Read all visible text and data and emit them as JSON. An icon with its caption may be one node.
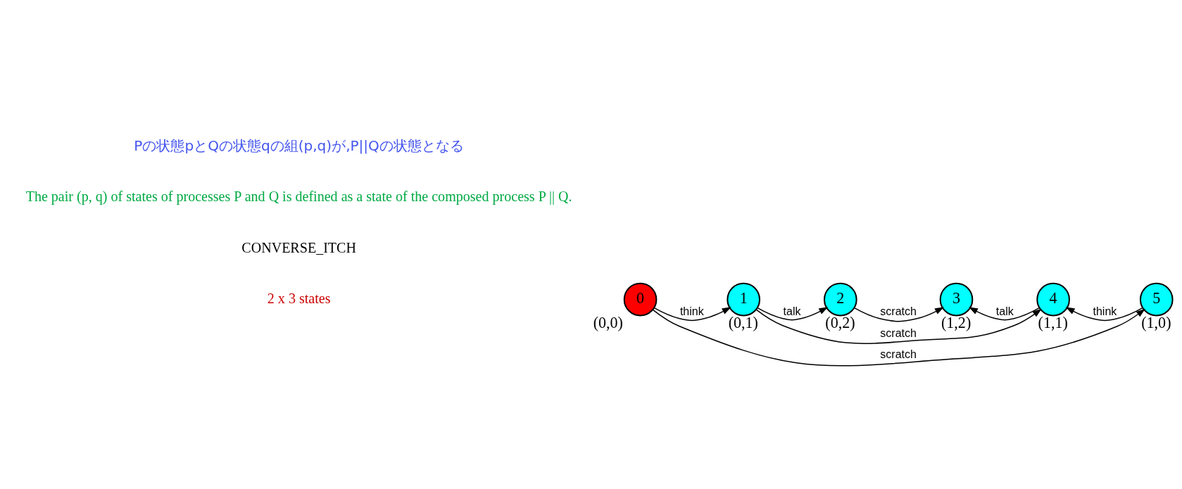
{
  "diagram": {
    "nodes": [
      {
        "text": [
          "0"
        ],
        "beside": [
          "(0,0)"
        ]
      },
      {
        "text": [
          "1"
        ],
        "beside": [
          "(0,1)"
        ]
      },
      {
        "text": [
          "2"
        ],
        "beside": [
          "(0,2)"
        ]
      },
      {
        "text": [
          "3"
        ],
        "beside": [
          "(1,2)"
        ]
      },
      {
        "text": [
          "4"
        ],
        "beside": [
          "(1,1)"
        ]
      },
      {
        "text": [
          "5"
        ],
        "beside": [
          "(1,0)"
        ]
      }
    ],
    "edges": [
      {
        "from": 0,
        "to": 1,
        "arrow": "to",
        "label": "think"
      },
      {
        "from": 1,
        "to": 2,
        "arrow": "to",
        "label": "talk"
      },
      {
        "from": 2,
        "to": 3,
        "arrow": "to",
        "label": "scratch"
      },
      {
        "from": 4,
        "to": 3,
        "arrow": "to",
        "label": "talk"
      },
      {
        "from": 5,
        "to": 4,
        "arrow": "to",
        "label": "think"
      },
      {
        "from": 1,
        "to": 4,
        "arrow": "to",
        "label": "scratch"
      },
      {
        "from": 0,
        "to": 5,
        "arrow": "to",
        "label": "scratch"
      }
    ],
    "labels": [
      "Pの状態pとQの状態qの組(p,q)が,P||Qの状態となる",
      "The pair (p, q) of states of processes P and Q is defined as a state of the composed process P || Q.",
      "CONVERSE_ITCH",
      "2 x 3 states"
    ]
  }
}
